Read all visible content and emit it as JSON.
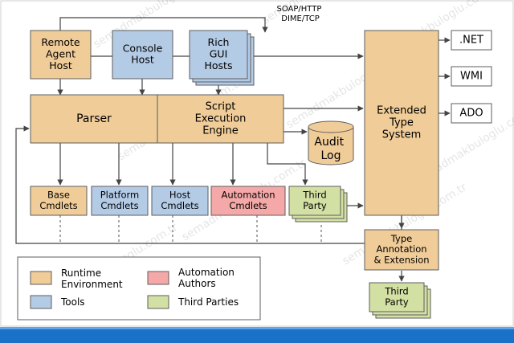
{
  "protocol_label": [
    "SOAP/HTTP",
    "DIME/TCP"
  ],
  "nodes": {
    "remote_agent_host": [
      "Remote",
      "Agent",
      "Host"
    ],
    "console_host": [
      "Console",
      "Host"
    ],
    "rich_gui_hosts": [
      "Rich",
      "GUI",
      "Hosts"
    ],
    "parser": [
      "Parser"
    ],
    "script_engine": [
      "Script",
      "Execution",
      "Engine"
    ],
    "audit_log": [
      "Audit",
      "Log"
    ],
    "extended_type_system": [
      "Extended",
      "Type",
      "System"
    ],
    "dotnet": [
      ".NET"
    ],
    "wmi": [
      "WMI"
    ],
    "ado": [
      "ADO"
    ],
    "base_cmdlets": [
      "Base",
      "Cmdlets"
    ],
    "platform_cmdlets": [
      "Platform",
      "Cmdlets"
    ],
    "host_cmdlets": [
      "Host",
      "Cmdlets"
    ],
    "automation_cmdlets": [
      "Automation",
      "Cmdlets"
    ],
    "third_party": [
      "Third",
      "Party"
    ],
    "type_annotation": [
      "Type",
      "Annotation",
      "& Extension"
    ],
    "third_party_bottom": [
      "Third",
      "Party"
    ]
  },
  "legend": [
    {
      "label": [
        "Runtime",
        "Environment"
      ],
      "color": "#f0cc98"
    },
    {
      "label": [
        "Tools"
      ],
      "color": "#b4cbe6"
    },
    {
      "label": [
        "Automation",
        "Authors"
      ],
      "color": "#f5a8a8"
    },
    {
      "label": [
        "Third Parties"
      ],
      "color": "#d3e0a3"
    }
  ],
  "watermark": "semadmakbuloglu.com.tr",
  "colors": {
    "runtime": "#f0cc98",
    "tools": "#b4cbe6",
    "automation": "#f5a8a8",
    "third_party": "#d3e0a3",
    "plain": "#ffffff",
    "border": "#5e5e5e",
    "line": "#444444",
    "taskbar": "#1a72c8"
  }
}
